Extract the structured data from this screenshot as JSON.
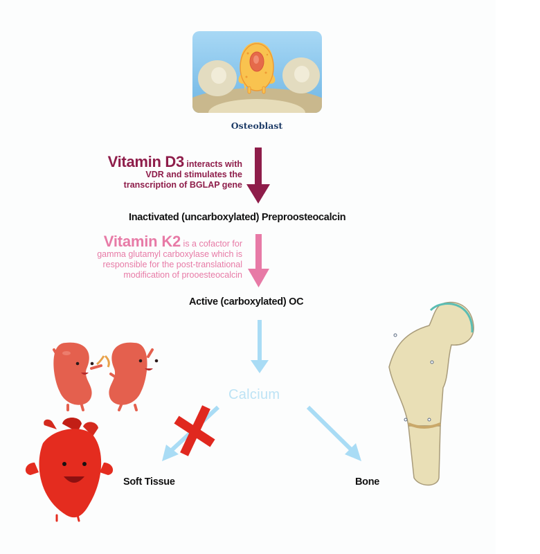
{
  "title_node": {
    "label": "Osteoblast"
  },
  "steps": {
    "vitamin_d3": {
      "name": "Vitamin D3",
      "line1": " interacts with",
      "line2": "VDR and stimulates the",
      "line3": "transcription of BGLAP gene",
      "color": "#8e1d4a"
    },
    "inactive_oc": {
      "label": "Inactivated (uncarboxylated) Preproosteocalcin"
    },
    "vitamin_k2": {
      "name": "Vitamin K2",
      "line1": " is a cofactor for",
      "line2": "gamma glutamyl carboxylase which is",
      "line3": "responsible for the post-translational",
      "line4": "modification of prooesteocalcin",
      "color": "#e77aa6"
    },
    "active_oc": {
      "label": "Active (carboxylated) OC"
    },
    "calcium": {
      "label": "Calcium",
      "color": "#bde3f5"
    },
    "soft_tissue": {
      "label": "Soft Tissue",
      "blocked": true
    },
    "bone": {
      "label": "Bone"
    }
  },
  "illustrations": {
    "osteoblast": "osteoblast-cell-illustration",
    "kidneys": "kidneys-cartoon",
    "heart": "heart-cartoon",
    "femur": "femur-bone-illustration",
    "cross": "red-x-mark"
  },
  "colors": {
    "d3_arrow": "#8e1d4a",
    "k2_arrow": "#e77aa6",
    "calcium_arrow": "#a9dcf5",
    "cross": "#e0281f"
  }
}
